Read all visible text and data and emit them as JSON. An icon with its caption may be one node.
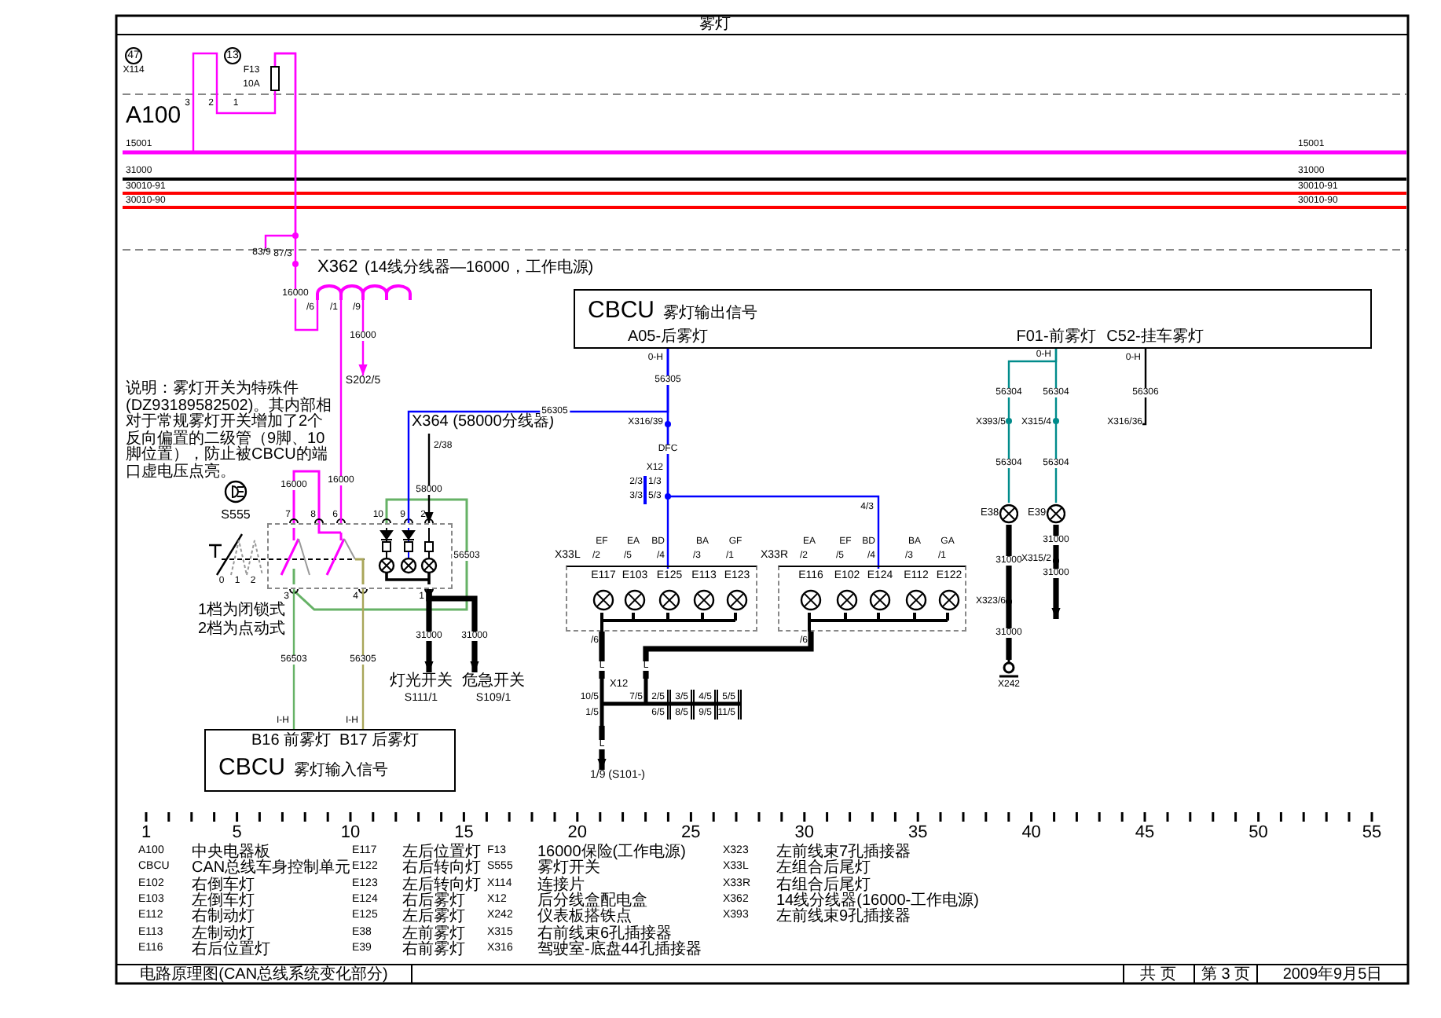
{
  "diagram": {
    "title": "雾灯",
    "nodes": [
      {
        "text": [],
        "shape": "box"
      },
      {
        "text": [
          "X362",
          "(14线分线器—16000，工作电源)"
        ]
      },
      {
        "text": [],
        "shape": "box",
        "beside": [
          "S555"
        ]
      },
      {
        "text": [
          "CBCU",
          "雾灯输入信号"
        ]
      },
      {
        "text": [
          "CBCU",
          "雾灯输出信号"
        ]
      },
      {
        "text": [],
        "shape": "box",
        "beside": [
          "X33L"
        ]
      },
      {
        "text": [
          "E117"
        ],
        "in": 5
      },
      {
        "text": [
          "E103"
        ],
        "in": 5
      },
      {
        "text": [
          "E125"
        ],
        "in": 5
      },
      {
        "text": [
          "E113"
        ],
        "in": 5
      },
      {
        "text": [
          "E123"
        ],
        "in": 5
      },
      {
        "text": [],
        "shape": "box",
        "beside": [
          "X33R"
        ]
      },
      {
        "text": [
          "E116"
        ],
        "in": 11
      },
      {
        "text": [
          "E102"
        ],
        "in": 11
      },
      {
        "text": [
          "E124"
        ],
        "in": 11
      },
      {
        "text": [
          "E112"
        ],
        "in": 11
      },
      {
        "text": [
          "E122"
        ],
        "in": 11
      },
      {
        "text": [
          "E38"
        ]
      },
      {
        "text": [
          "E39"
        ]
      },
      {
        "text": [
          "X12"
        ]
      },
      {
        "text": [
          "X242"
        ]
      },
      {
        "text": [
          "灯光开关",
          "S111/1"
        ]
      },
      {
        "text": [
          "危急开关",
          "S109/1"
        ]
      },
      {
        "text": [
          "S202/5"
        ]
      },
      {
        "text": [
          "1/9 (S101-)"
        ]
      },
      {
        "text": [
          "X364 (58000分线器)"
        ]
      },
      {
        "text": [
          "X316/36"
        ]
      },
      {
        "text": [
          "83/9"
        ]
      }
    ],
    "edges": [
      {
        "from": 0,
        "to": null,
        "arrow": "none",
        "color": "#ff00ff"
      },
      {
        "from": 0,
        "to": 1,
        "arrow": "none",
        "label": "16000",
        "color": "#ff00ff"
      },
      {
        "from": 1,
        "to": 23,
        "arrow": "to",
        "label": "16000",
        "color": "#ff00ff"
      },
      {
        "from": 1,
        "to": 2,
        "arrow": "none",
        "label": "16000",
        "color": "#ff00ff"
      },
      {
        "from": 2,
        "to": 3,
        "arrow": "none",
        "label": "56503",
        "color": "#66b266"
      },
      {
        "from": 2,
        "to": 3,
        "arrow": "none",
        "label": "56305",
        "color": "#a9a65a"
      },
      {
        "from": 2,
        "to": 21,
        "arrow": "to",
        "label": "31000",
        "style": "thick"
      },
      {
        "from": 2,
        "to": 22,
        "arrow": "to",
        "label": "31000",
        "style": "thick"
      },
      {
        "from": 25,
        "to": 2,
        "arrow": "to",
        "label": "58000"
      },
      {
        "from": 2,
        "to": 4,
        "arrow": "none",
        "label": "56305",
        "color": "#0000ff"
      },
      {
        "from": 4,
        "to": 8,
        "arrow": "none",
        "label": "56305",
        "color": "#0000ff"
      },
      {
        "from": 4,
        "to": 14,
        "arrow": "none",
        "color": "#0000ff"
      },
      {
        "from": 4,
        "to": 17,
        "arrow": "none",
        "label": "56304",
        "color": "#008b8b"
      },
      {
        "from": 4,
        "to": 18,
        "arrow": "none",
        "label": "56304",
        "color": "#008b8b"
      },
      {
        "from": 4,
        "to": 26,
        "arrow": "none",
        "label": "56306"
      },
      {
        "from": 17,
        "to": 20,
        "arrow": "none",
        "label": "31000",
        "style": "thick"
      },
      {
        "from": 18,
        "to": null,
        "arrow": "to",
        "label": "31000",
        "style": "thick"
      },
      {
        "from": 5,
        "to": 19,
        "arrow": "none",
        "label": "L",
        "style": "thick"
      },
      {
        "from": 11,
        "to": 19,
        "arrow": "none",
        "label": "L",
        "style": "thick"
      },
      {
        "from": 19,
        "to": 24,
        "arrow": "to",
        "label": "L",
        "style": "thick"
      },
      {
        "from": 0,
        "to": 27,
        "arrow": "none",
        "color": "#ff00ff"
      }
    ],
    "labels": [
      "A100",
      "47",
      "X114",
      "13",
      "F13",
      "10A",
      "3",
      "2",
      "1",
      "15001",
      "15001",
      "31000",
      "31000",
      "30010-91",
      "30010-91",
      "30010-90",
      "30010-90",
      "87/3",
      "/6",
      "/1",
      "/9",
      "说明：雾灯开关为特殊件(DZ93189582502)。其内部相对于常规雾灯开关增加了2个反向偏置的二级管（9脚、10脚位置），防止被CBCU的端口虚电压点亮。",
      "2/38",
      "16000",
      "7",
      "8",
      "6",
      "10",
      "9",
      "2",
      "0",
      "1",
      "2",
      "1档为闭锁式",
      "2档为点动式",
      "3",
      "4",
      "1",
      "56503",
      "I-H",
      "B16 前雾灯",
      "I-H",
      "B17 后雾灯",
      "A05-后雾灯",
      "F01-前雾灯",
      "C52-挂车雾灯",
      "0-H",
      "0-H",
      "0-H",
      "X316/39",
      "DFC",
      "X12",
      "2/3",
      "1/3",
      "3/3",
      "5/3",
      "4/3",
      "EF",
      "EA",
      "BD",
      "BA",
      "GF",
      "/2",
      "/5",
      "/4",
      "/3",
      "/1",
      "EA",
      "EF",
      "BD",
      "BA",
      "GA",
      "/2",
      "/5",
      "/4",
      "/3",
      "/1",
      "/6",
      "/6",
      "10/5",
      "7/5",
      "2/5",
      "3/5",
      "4/5",
      "5/5",
      "1/5",
      "6/5",
      "8/5",
      "9/5",
      "11/5",
      "X393/5",
      "X315/4",
      "56304",
      "56304",
      "X323/6",
      "X315/2",
      "31000",
      "31000",
      "1",
      "5",
      "10",
      "15",
      "20",
      "25",
      "30",
      "35",
      "40",
      "45",
      "50",
      "55",
      "A100",
      "中央电器板",
      "E117",
      "左后位置灯",
      "F13",
      "16000保险(工作电源)",
      "X323",
      "左前线束7孔插接器",
      "CBCU",
      "CAN总线车身控制单元",
      "E122",
      "右后转向灯",
      "S555",
      "雾灯开关",
      "X33L",
      "左组合后尾灯",
      "E102",
      "右倒车灯",
      "E123",
      "左后转向灯",
      "X114",
      "连接片",
      "X33R",
      "右组合后尾灯",
      "E103",
      "左倒车灯",
      "E124",
      "右后雾灯",
      "X12",
      "后分线盒配电盒",
      "X362",
      "14线分线器(16000-工作电源)",
      "E112",
      "右制动灯",
      "E125",
      "左后雾灯",
      "X242",
      "仪表板搭铁点",
      "X393",
      "左前线束9孔插接器",
      "E113",
      "左制动灯",
      "E38",
      "左前雾灯",
      "X315",
      "右前线束6孔插接器",
      "E116",
      "右后位置灯",
      "E39",
      "右前雾灯",
      "X316",
      "驾驶室-底盘44孔插接器",
      "电路原理图(CAN总线系统变化部分)",
      "共 页",
      "第 3 页",
      "2009年9月5日"
    ]
  }
}
